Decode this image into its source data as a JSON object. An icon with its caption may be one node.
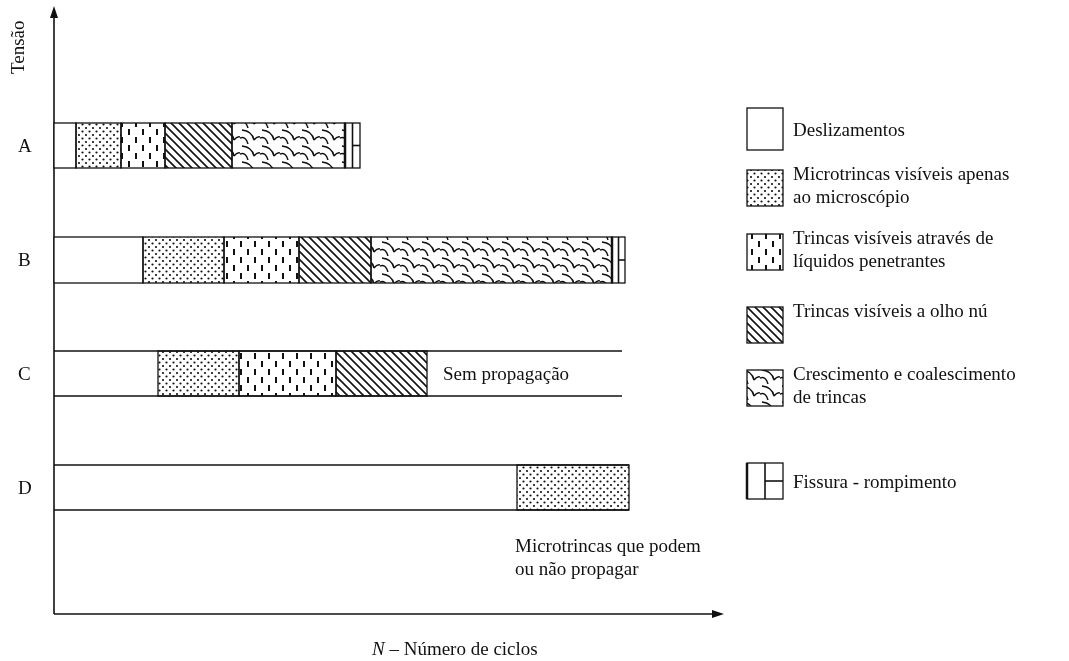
{
  "diagram": {
    "labels": [
      "Tensão",
      "A",
      "B",
      "C",
      "Sem propagação",
      "D",
      "Microtrincas que podem ou não propagar",
      "*N* – Número de ciclos"
    ],
    "legend": [
      {
        "text": "Deslizamentos"
      },
      {
        "text": "Microtrincas visíveis apenas ao microscópio"
      },
      {
        "text": "Trincas visíveis através de líquidos penetrantes"
      },
      {
        "text": "Trincas visíveis a olho nú"
      },
      {
        "text": "Crescimento e coalescimento de trincas"
      },
      {
        "text": "Fissura - rompimento"
      }
    ]
  }
}
